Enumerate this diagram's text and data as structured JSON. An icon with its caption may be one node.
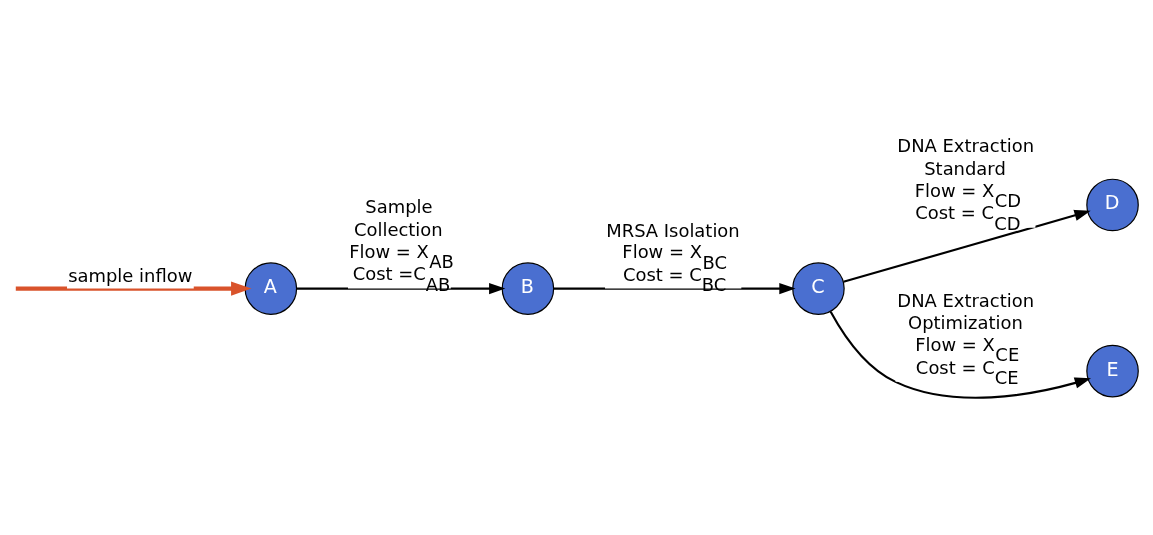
{
  "diagram": {
    "nodes": [
      {
        "text": [
          "A"
        ]
      },
      {
        "text": [
          "B"
        ]
      },
      {
        "text": [
          "C"
        ]
      },
      {
        "text": [
          "D"
        ]
      },
      {
        "text": [
          "E"
        ]
      }
    ],
    "edges": [
      {
        "from": null,
        "to": 0,
        "arrow": "to",
        "label": "sample inflow",
        "style": "thick",
        "color": "#d9532b"
      },
      {
        "from": 0,
        "to": 1,
        "arrow": "to",
        "label": "Sample Collection Flow = X$_{AB}$ Cost =C$_{AB}$"
      },
      {
        "from": 1,
        "to": 2,
        "arrow": "to",
        "label": "MRSA Isolation Flow = X$_{BC}$ Cost = C$_{BC}$"
      },
      {
        "from": 2,
        "to": 3,
        "arrow": "to",
        "label": "DNA Extraction Standard Flow = X$_{CD}$ Cost = C$_{CD}$"
      },
      {
        "from": 2,
        "to": 4,
        "arrow": "to",
        "label": "DNA Extraction Optimization Flow = X$_{CE}$ Cost = C$_{CE}$"
      }
    ]
  }
}
